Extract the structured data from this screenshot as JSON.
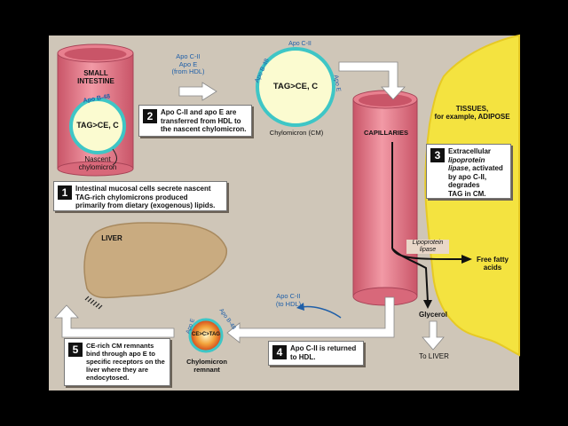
{
  "colors": {
    "background": "#cfc6b8",
    "tube": "#e8808f",
    "tube_dark": "#c95568",
    "chylo_fill": "#fbfbd0",
    "chylo_ring": "#3ec6c6",
    "tissue": "#f4e340",
    "liver": "#c9ab80",
    "arrow": "#ffffff"
  },
  "small_intestine": {
    "title": "SMALL\nINTESTINE",
    "apo_b48": "Apo B-48",
    "core": "TAG>CE, C",
    "nascent": "Nascent\nchylomicron"
  },
  "hdl_label": "Apo C-II\nApo E\n(from HDL)",
  "chylomicron": {
    "apo_cii": "Apo C-II",
    "apo_b48": "Apo B-48",
    "apo_e": "Apo E",
    "core": "TAG>CE, C",
    "caption": "Chylomicron (CM)"
  },
  "capillaries_label": "CAPILLARIES",
  "tissues_label": "TISSUES,\nfor example, ADIPOSE",
  "liver_label": "LIVER",
  "lipoprotein_lipase": "Lipoprotein\nlipase",
  "free_fatty_acids": "Free fatty\nacids",
  "glycerol": "Glycerol",
  "to_liver": "To LIVER",
  "apo_cii_to_hdl": "Apo C-II\n(to HDL)",
  "remnant": {
    "apo_e": "Apo E",
    "apo_b48": "Apo B-48",
    "core": "CE>C>TAG",
    "caption": "Chylomicron\nremnant"
  },
  "steps": [
    {
      "number": "1",
      "text": "Intestinal mucosal cells secrete nascent\nTAG-rich chylomicrons produced\nprimarily from dietary (exogenous) lipids."
    },
    {
      "number": "2",
      "text": "Apo C-II and apo E are\ntransferred from HDL to\nthe nascent chylomicron."
    },
    {
      "number": "3",
      "text_a": "Extracellular",
      "text_b": "lipoprotein\nlipase",
      "text_c": ", activated\nby apo C-II,\ndegrades\nTAG in CM."
    },
    {
      "number": "4",
      "text": "Apo C-II is returned\nto HDL."
    },
    {
      "number": "5",
      "text": "CE-rich CM remnants\nbind through apo E to\nspecific receptors on the\nliver where they are\nendocytosed."
    }
  ]
}
